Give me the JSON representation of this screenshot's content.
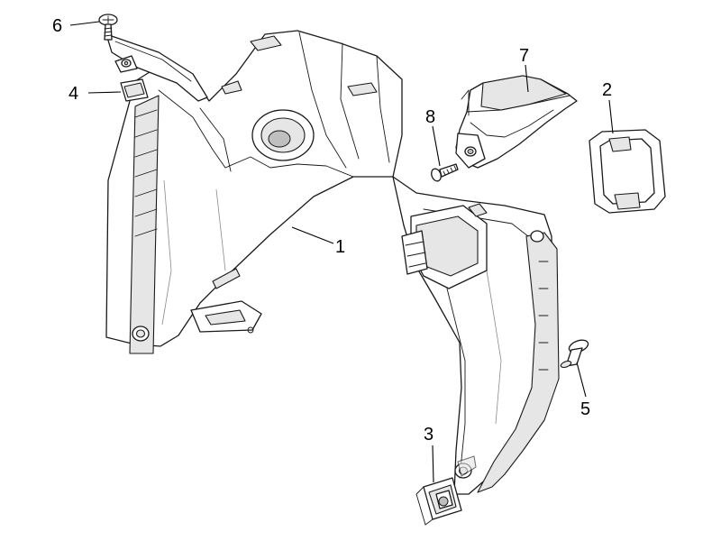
{
  "diagram": {
    "callouts": [
      {
        "label": "1",
        "part": "inner-panel"
      },
      {
        "label": "2",
        "part": "rectangular-seal"
      },
      {
        "label": "3",
        "part": "speed-nut-bottom"
      },
      {
        "label": "4",
        "part": "speed-nut-top"
      },
      {
        "label": "5",
        "part": "rivet"
      },
      {
        "label": "6",
        "part": "screw-top"
      },
      {
        "label": "7",
        "part": "cover-bracket"
      },
      {
        "label": "8",
        "part": "screw"
      }
    ]
  }
}
